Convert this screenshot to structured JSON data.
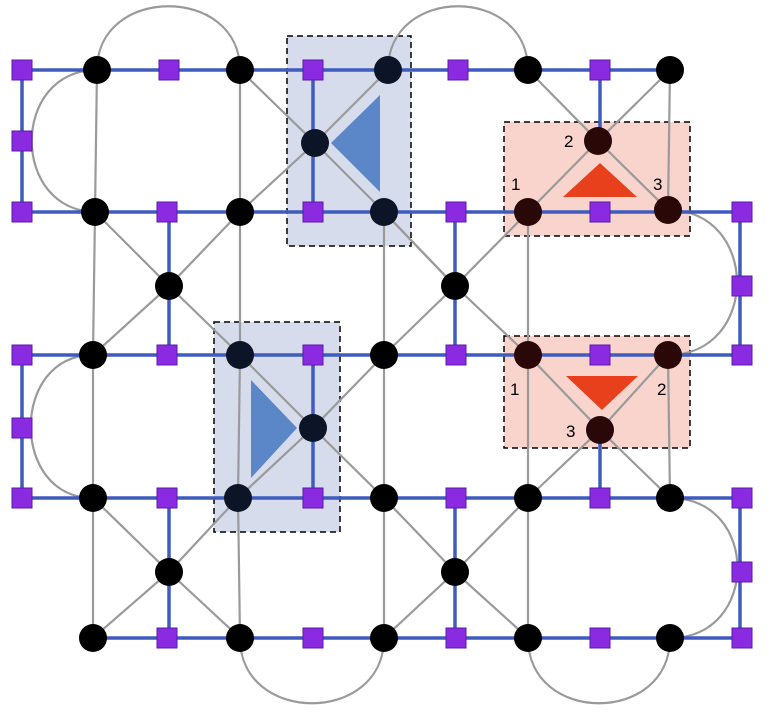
{
  "colors": {
    "background": "#ffffff",
    "gray_edge": "#9a9a9a",
    "blue_edge": "#3f5bbd",
    "vertex_black": "#000000",
    "vertex_dark": "#2a0808",
    "vertex_navy": "#0c1428",
    "qubit_square": "#8a2be2",
    "qubit_square_stroke": "#5a18a8",
    "blue_box_fill": "#d6dcec",
    "red_box_fill": "#f8d4cc",
    "blue_triangle": "#5b86c8",
    "red_triangle": "#e8401c",
    "dashed_border": "#000000"
  },
  "labels": {
    "tri_up_1": "1",
    "tri_up_2": "2",
    "tri_up_3": "3",
    "tri_down_1": "1",
    "tri_down_2": "2",
    "tri_down_3": "3"
  }
}
